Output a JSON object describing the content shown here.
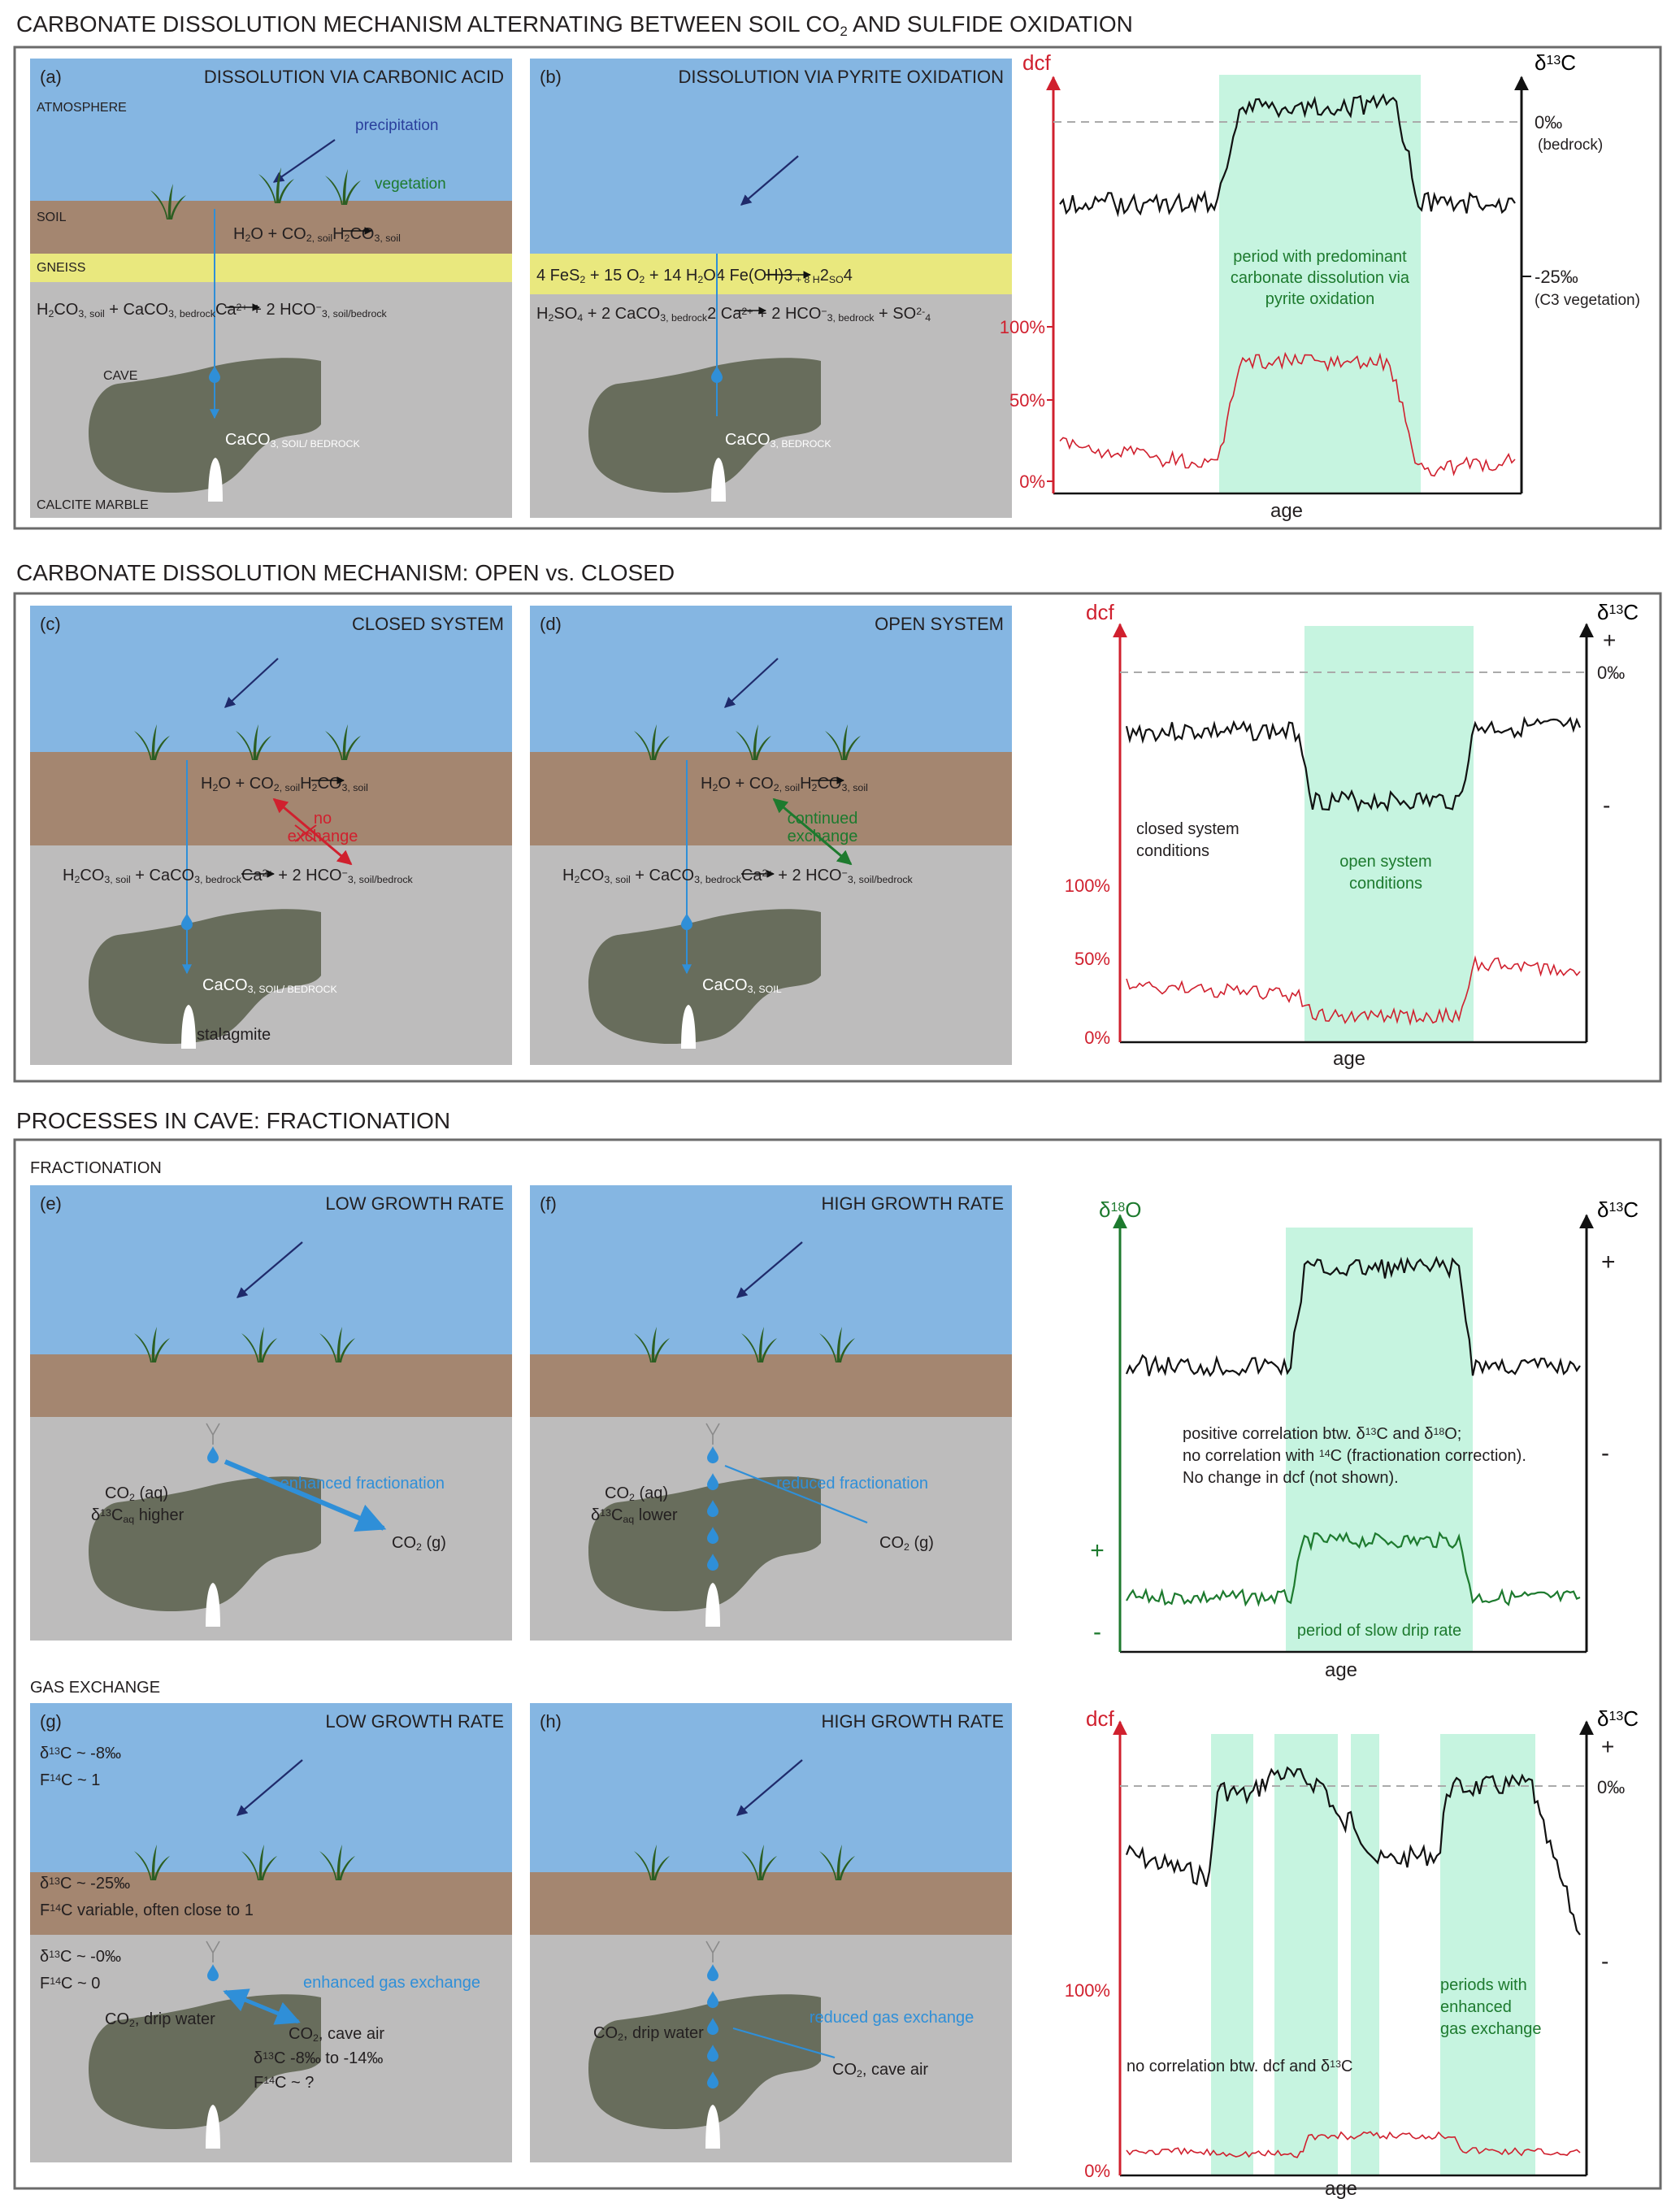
{
  "colors": {
    "sky": "#85b6e2",
    "soil": "#a48670",
    "gneiss": "#e9e87e",
    "rock": "#bdbcbc",
    "cave": "#686d5c",
    "highlight": "#c6f4e0",
    "red": "#d0202e",
    "green": "#1d7a2e",
    "blue": "#2f8fd8",
    "arrow": "#1f2a6b",
    "grass": "#2c5e22"
  },
  "section1": {
    "title": "CARBONATE DISSOLUTION MECHANISM ALTERNATING BETWEEN SOIL CO",
    "title_sub": "2",
    "title_end": " AND SULFIDE OXIDATION",
    "panel_a": {
      "letter": "(a)",
      "heading": "DISSOLUTION VIA CARBONIC ACID",
      "atmosphere": "ATMOSPHERE",
      "precipitation": "precipitation",
      "vegetation": "vegetation",
      "soil": "SOIL",
      "gneiss": "GNEISS",
      "cave": "CAVE",
      "marble": "CALCITE MARBLE",
      "eq_soil": [
        "H",
        "2",
        "O + CO",
        "2, soil",
        "H",
        "2",
        "CO",
        "3, soil"
      ],
      "eq_rock": [
        "H",
        "2",
        "CO",
        "3, soil",
        " + CaCO",
        "3, bedrock",
        "Ca",
        "2+",
        " + 2 HCO",
        "−",
        "3, soil/bedrock"
      ],
      "product": [
        "CaCO",
        "3, SOIL/ BEDROCK"
      ]
    },
    "panel_b": {
      "letter": "(b)",
      "heading": "DISSOLUTION VIA PYRITE OXIDATION",
      "eq_pyrite": [
        "4 FeS",
        "2",
        " + 15 O",
        "2",
        " + 14 H",
        "2",
        "O",
        "4 Fe(OH)",
        "3",
        " + 8 H",
        "2",
        "SO",
        "4"
      ],
      "eq_rock": [
        "H",
        "2",
        "SO",
        "4",
        " + 2 CaCO",
        "3, bedrock",
        "2 Ca",
        "2+",
        " + 2 HCO",
        "−",
        "3, bedrock",
        " + SO",
        "2-",
        "4"
      ],
      "product": [
        "CaCO",
        "3, BEDROCK"
      ]
    },
    "chart": {
      "left_axis": "dcf",
      "right_axis_pre": "δ",
      "right_axis_sup": "13",
      "right_axis_post": "C",
      "zero_label": "0‰",
      "zero_note": "(bedrock)",
      "minus25_label": "-25‰",
      "minus25_note": "(C3 vegetation)",
      "ticks": [
        "100%",
        "50%",
        "0%"
      ],
      "band_text": [
        "period with predominant",
        "carbonate dissolution via",
        "pyrite oxidation"
      ],
      "xlabel": "age"
    }
  },
  "section2": {
    "title": "CARBONATE DISSOLUTION MECHANISM: OPEN vs. CLOSED",
    "panel_c": {
      "letter": "(c)",
      "heading": "CLOSED SYSTEM",
      "eq_soil": [
        "H",
        "2",
        "O + CO",
        "2, soil",
        "H",
        "2",
        "CO",
        "3, soil"
      ],
      "exchange": [
        "no",
        "exchange"
      ],
      "eq_rock": [
        "H",
        "2",
        "CO",
        "3, soil",
        " + CaCO",
        "3, bedrock",
        "Ca",
        "2+",
        " + 2 HCO",
        "−",
        "3, soil/bedrock"
      ],
      "product": [
        "CaCO",
        "3, SOIL/ BEDROCK"
      ],
      "stalagmite": "stalagmite"
    },
    "panel_d": {
      "letter": "(d)",
      "heading": "OPEN SYSTEM",
      "eq_soil": [
        "H",
        "2",
        "O + CO",
        "2, soil",
        "H",
        "2",
        "CO",
        "3, soil"
      ],
      "exchange": [
        "continued",
        "exchange"
      ],
      "eq_rock": [
        "H",
        "2",
        "CO",
        "3, soil",
        " + CaCO",
        "3, bedrock",
        "Ca",
        "2+",
        " + 2 HCO",
        "−",
        "3, soil/bedrock"
      ],
      "product": [
        "CaCO",
        "3, SOIL"
      ]
    },
    "chart": {
      "left_axis": "dcf",
      "right_axis_pre": "δ",
      "right_axis_sup": "13",
      "right_axis_post": "C",
      "plus": "+",
      "zero_label": "0‰",
      "minus": "-",
      "ticks": [
        "100%",
        "50%",
        "0%"
      ],
      "closed_text": [
        "closed system",
        "conditions"
      ],
      "open_text": [
        "open system",
        "conditions"
      ],
      "xlabel": "age"
    }
  },
  "section3": {
    "title": "PROCESSES IN CAVE: FRACTIONATION",
    "sub_fractionation": "FRACTIONATION",
    "sub_gas": "GAS EXCHANGE",
    "panel_e": {
      "letter": "(e)",
      "heading": "LOW GROWTH RATE",
      "co2aq": [
        "CO",
        "2",
        " (aq)"
      ],
      "d13c": [
        "δ",
        "13",
        "C",
        "aq",
        " higher"
      ],
      "arrow_label": "enhanced fractionation",
      "co2g": [
        "CO",
        "2",
        " (g)"
      ]
    },
    "panel_f": {
      "letter": "(f)",
      "heading": "HIGH GROWTH RATE",
      "co2aq": [
        "CO",
        "2",
        " (aq)"
      ],
      "d13c": [
        "δ",
        "13",
        "C",
        "aq",
        " lower"
      ],
      "arrow_label": "reduced fractionation",
      "co2g": [
        "CO",
        "2",
        " (g)"
      ]
    },
    "chart_frac": {
      "left_axis_pre": "δ",
      "left_axis_sup": "18",
      "left_axis_post": "O",
      "right_axis_pre": "δ",
      "right_axis_sup": "13",
      "right_axis_post": "C",
      "plus_right": "+",
      "minus_right": "-",
      "plus_left": "+",
      "minus_left": "-",
      "note": [
        [
          "positive correlation btw. δ",
          "13",
          "C  and δ",
          "18",
          "O;"
        ],
        [
          "no correlation with ",
          "14",
          "C (fractionation correction)."
        ],
        [
          "No change in dcf (not shown)."
        ]
      ],
      "band_label": "period of slow drip rate",
      "xlabel": "age"
    },
    "panel_g": {
      "letter": "(g)",
      "heading": "LOW GROWTH RATE",
      "atm": [
        [
          "δ",
          "13",
          "C ~ -8‰"
        ],
        [
          "F",
          "14",
          "C ~ 1"
        ]
      ],
      "soil": [
        [
          "δ",
          "13",
          "C ~ -25‰"
        ],
        [
          "F",
          "14",
          "C variable, often close to 1"
        ]
      ],
      "rock": [
        [
          "δ",
          "13",
          "C ~ -0‰"
        ],
        [
          "F",
          "14",
          "C ~ 0"
        ]
      ],
      "arrow_label": "enhanced gas exchange",
      "drip": [
        "CO",
        "2",
        ", drip water"
      ],
      "air": [
        "CO",
        "2",
        ", cave air"
      ],
      "air_d13c": [
        "δ",
        "13",
        "C  -8‰  to -14‰"
      ],
      "air_f14c": [
        "F",
        "14",
        "C ~ ?"
      ]
    },
    "panel_h": {
      "letter": "(h)",
      "heading": "HIGH GROWTH RATE",
      "arrow_label": "reduced gas exchange",
      "drip": [
        "CO",
        "2",
        ", drip water"
      ],
      "air": [
        "CO",
        "2",
        ", cave air"
      ]
    },
    "chart_gas": {
      "left_axis": "dcf",
      "right_axis_pre": "δ",
      "right_axis_sup": "13",
      "right_axis_post": "C",
      "plus": "+",
      "zero_label": "0‰",
      "minus": "-",
      "ticks": [
        "100%",
        "0%"
      ],
      "band_text": [
        "periods with",
        "enhanced",
        "gas exchange"
      ],
      "note": [
        "no correlation btw. dcf and δ",
        "13",
        "C"
      ],
      "xlabel": "age"
    }
  }
}
